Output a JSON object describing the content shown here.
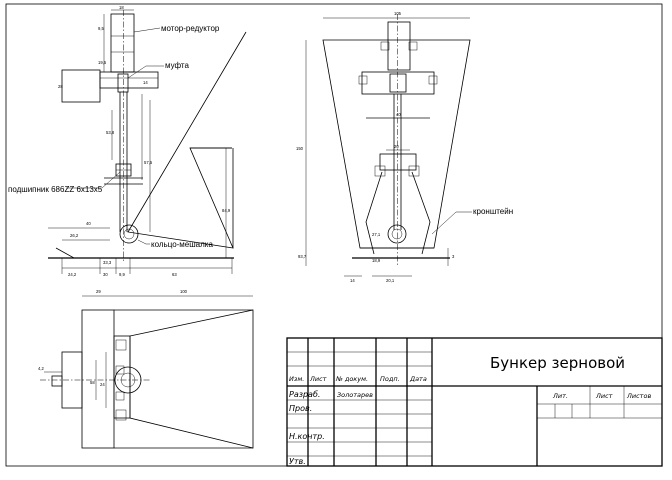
{
  "labels": {
    "motor": "мотор-редуктор",
    "coupling": "муфта",
    "bearing": "подшипник 686ZZ 6x13x5",
    "ring": "кольцо-мешалка",
    "bracket": "кронштейн"
  },
  "dimensions": {
    "d_top": "18",
    "d_9_5": "9,5",
    "d_19_5": "19,5",
    "d_28": "28",
    "d_14": "14",
    "d_53": "53,8",
    "d_57": "57,5",
    "d_84": "84,9",
    "d_40": "40",
    "d_26": "26,2",
    "d_33": "33,3",
    "d_242": "24,2",
    "d_30": "30",
    "d_99": "9,9",
    "d_63": "63",
    "d_105": "105",
    "d_150": "150",
    "d_40b": "40",
    "d_20": "20",
    "d_27": "27,1",
    "d_18b": "18,9",
    "d_14b": "14",
    "d_201": "20,1",
    "d_93": "93,7",
    "d_3": "3",
    "d_29": "29",
    "d_100": "100",
    "d_42": "4,2",
    "d_58": "58",
    "d_24": "24"
  },
  "title_block": {
    "title": "Бункер зерновой",
    "col_izm": "Изм.",
    "col_list": "Лист",
    "col_doc": "№ докум.",
    "col_sign": "Подп.",
    "col_date": "Дата",
    "row_dev": "Разраб.",
    "dev_name": "Золотарев",
    "row_check": "Пров.",
    "row_norm": "Н.контр.",
    "row_appr": "Утв.",
    "lit": "Лит.",
    "sheet": "Лист",
    "sheets": "Листов"
  }
}
